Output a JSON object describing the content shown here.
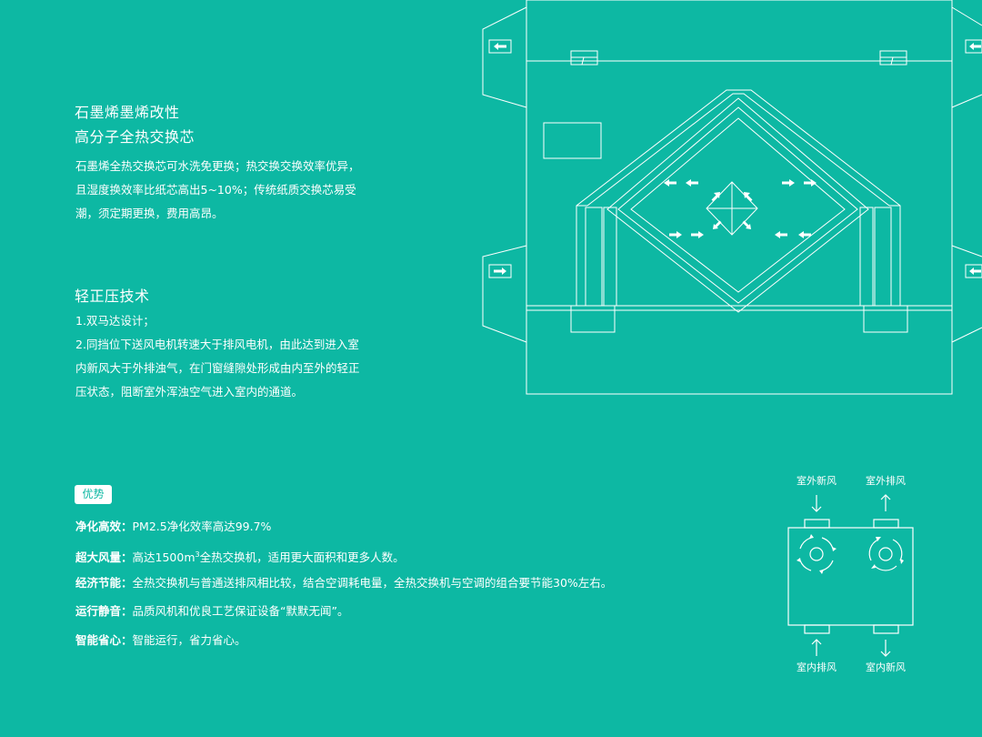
{
  "section1": {
    "title_line1": "石墨烯墨烯改性",
    "title_line2": "高分子全热交换芯",
    "body_lines": [
      "石墨烯全热交换芯可水洗免更换；热交换交换效率优异，",
      "且湿度换效率比纸芯高出5~10%；传统纸质交换芯易受",
      "潮，须定期更换，费用高昂。"
    ]
  },
  "section2": {
    "title": "轻正压技术",
    "body_lines": [
      "1.双马达设计；",
      "2.同挡位下送风电机转速大于排风电机，由此达到进入室",
      "内新风大于外排浊气，在门窗缝隙处形成由内至外的轻正",
      "压状态，阻断室外浑浊空气进入室内的通道。"
    ]
  },
  "advantages": {
    "badge": "优势",
    "items": [
      {
        "label": "净化高效：",
        "text": "PM2.5净化效率高达99.7%",
        "sup": "",
        "text_after": ""
      },
      {
        "label": "超大风量：",
        "text": "高达1500m",
        "sup": "3",
        "text_after": "全热交换机，适用更大面积和更多人数。"
      },
      {
        "label": "经济节能：",
        "text": "全热交换机与普通送排风相比较，结合空调耗电量，全热交换机与空调的组合要节能30%左右。",
        "sup": "",
        "text_after": ""
      },
      {
        "label": "运行静音：",
        "text": "品质风机和优良工艺保证设备“默默无闻”。",
        "sup": "",
        "text_after": ""
      },
      {
        "label": "智能省心：",
        "text": "智能运行，省力省心。",
        "sup": "",
        "text_after": ""
      }
    ]
  },
  "airflow_diagram": {
    "top_left": "室外新风",
    "top_right": "室外排风",
    "bottom_left": "室内排风",
    "bottom_right": "室内新风"
  },
  "colors": {
    "background": "#0db8a3",
    "line": "#ffffff"
  },
  "icons": [
    "arrow-left-icon",
    "arrow-right-icon",
    "rotate-ccw-icon",
    "rotate-cw-icon",
    "arrow-down-icon",
    "arrow-up-icon"
  ]
}
